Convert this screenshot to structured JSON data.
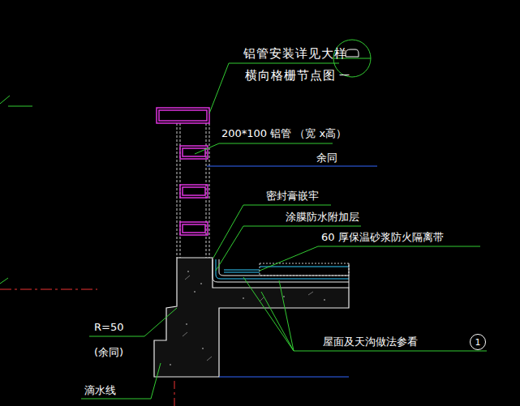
{
  "diagram": {
    "nodes": [
      {
        "text": [
          "1"
        ]
      }
    ],
    "labels": [
      "铝管安装详见大样",
      "横向格栅节点图",
      "—",
      "200*100  铝管  （宽 x高）",
      "余同",
      "密封膏嵌牢",
      "涂膜防水附加层",
      "60 厚保温砂浆防火隔离带",
      "R=50",
      "(余同)",
      "屋面及天沟做法参看",
      "滴水线"
    ]
  }
}
